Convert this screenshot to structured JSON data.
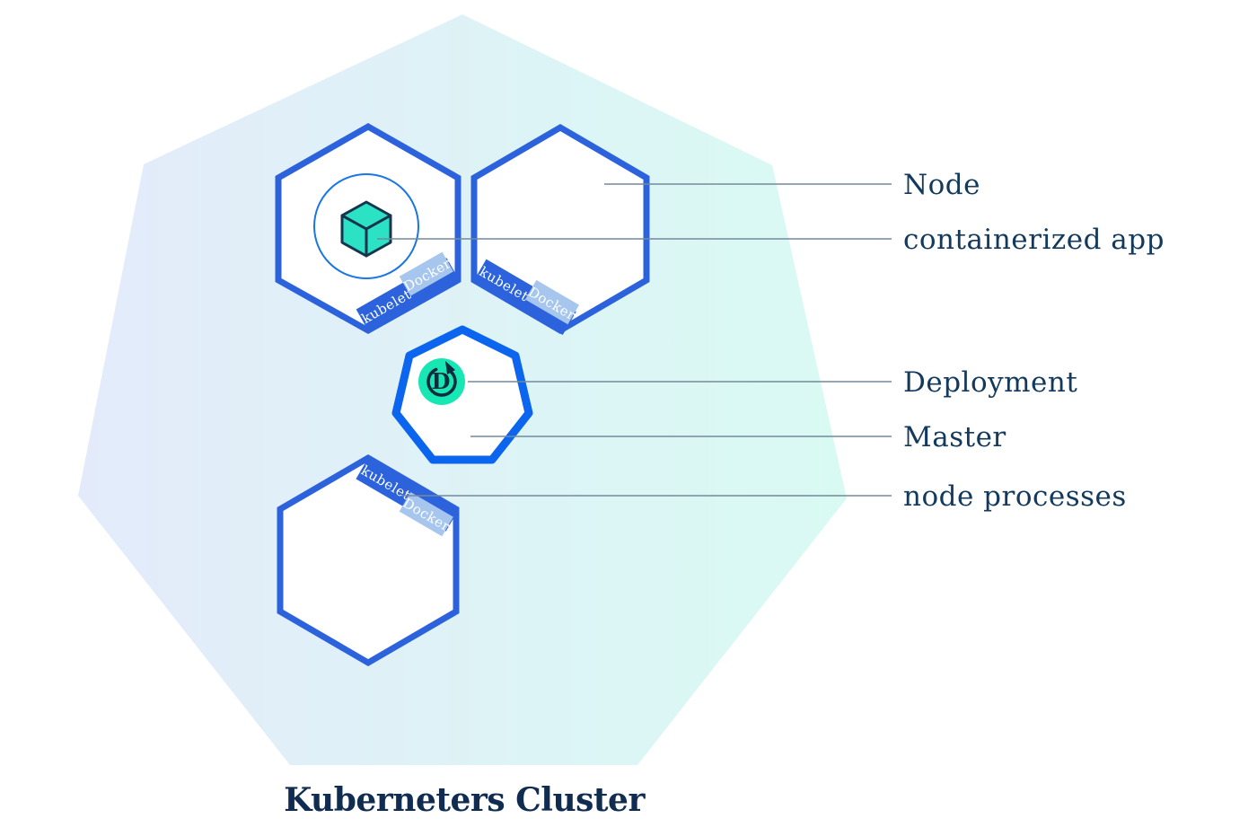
{
  "title": "Kuberneters Cluster",
  "legend": {
    "items": [
      {
        "label": "Node"
      },
      {
        "label": "containerized app"
      },
      {
        "label": "Deployment"
      },
      {
        "label": "Master"
      },
      {
        "label": "node processes"
      }
    ]
  },
  "badges": {
    "kubelet": "kubelet",
    "docker": "Docker"
  },
  "deployment": {
    "letter": "D"
  },
  "icons": {
    "container": "cube-icon",
    "deployment": "deployment-rollout-arrow-icon"
  },
  "colors": {
    "cluster-grad-left": "#e3ebfa",
    "cluster-grad-right": "#d9faf3",
    "hex-border": "#2c63dd",
    "master-border": "#0b65ee",
    "docker-chip": "#a6c6ed",
    "badge-text": "#ffffff",
    "cube-fill": "#2ce2c5",
    "cube-stroke": "#16344e",
    "pod-ring": "#1976e3",
    "d-icon-fill": "#16e7b3",
    "d-icon-stroke": "#0e2b3f",
    "leader-line": "#74899b",
    "label-text": "#13395c",
    "title-text": "#102c50"
  }
}
